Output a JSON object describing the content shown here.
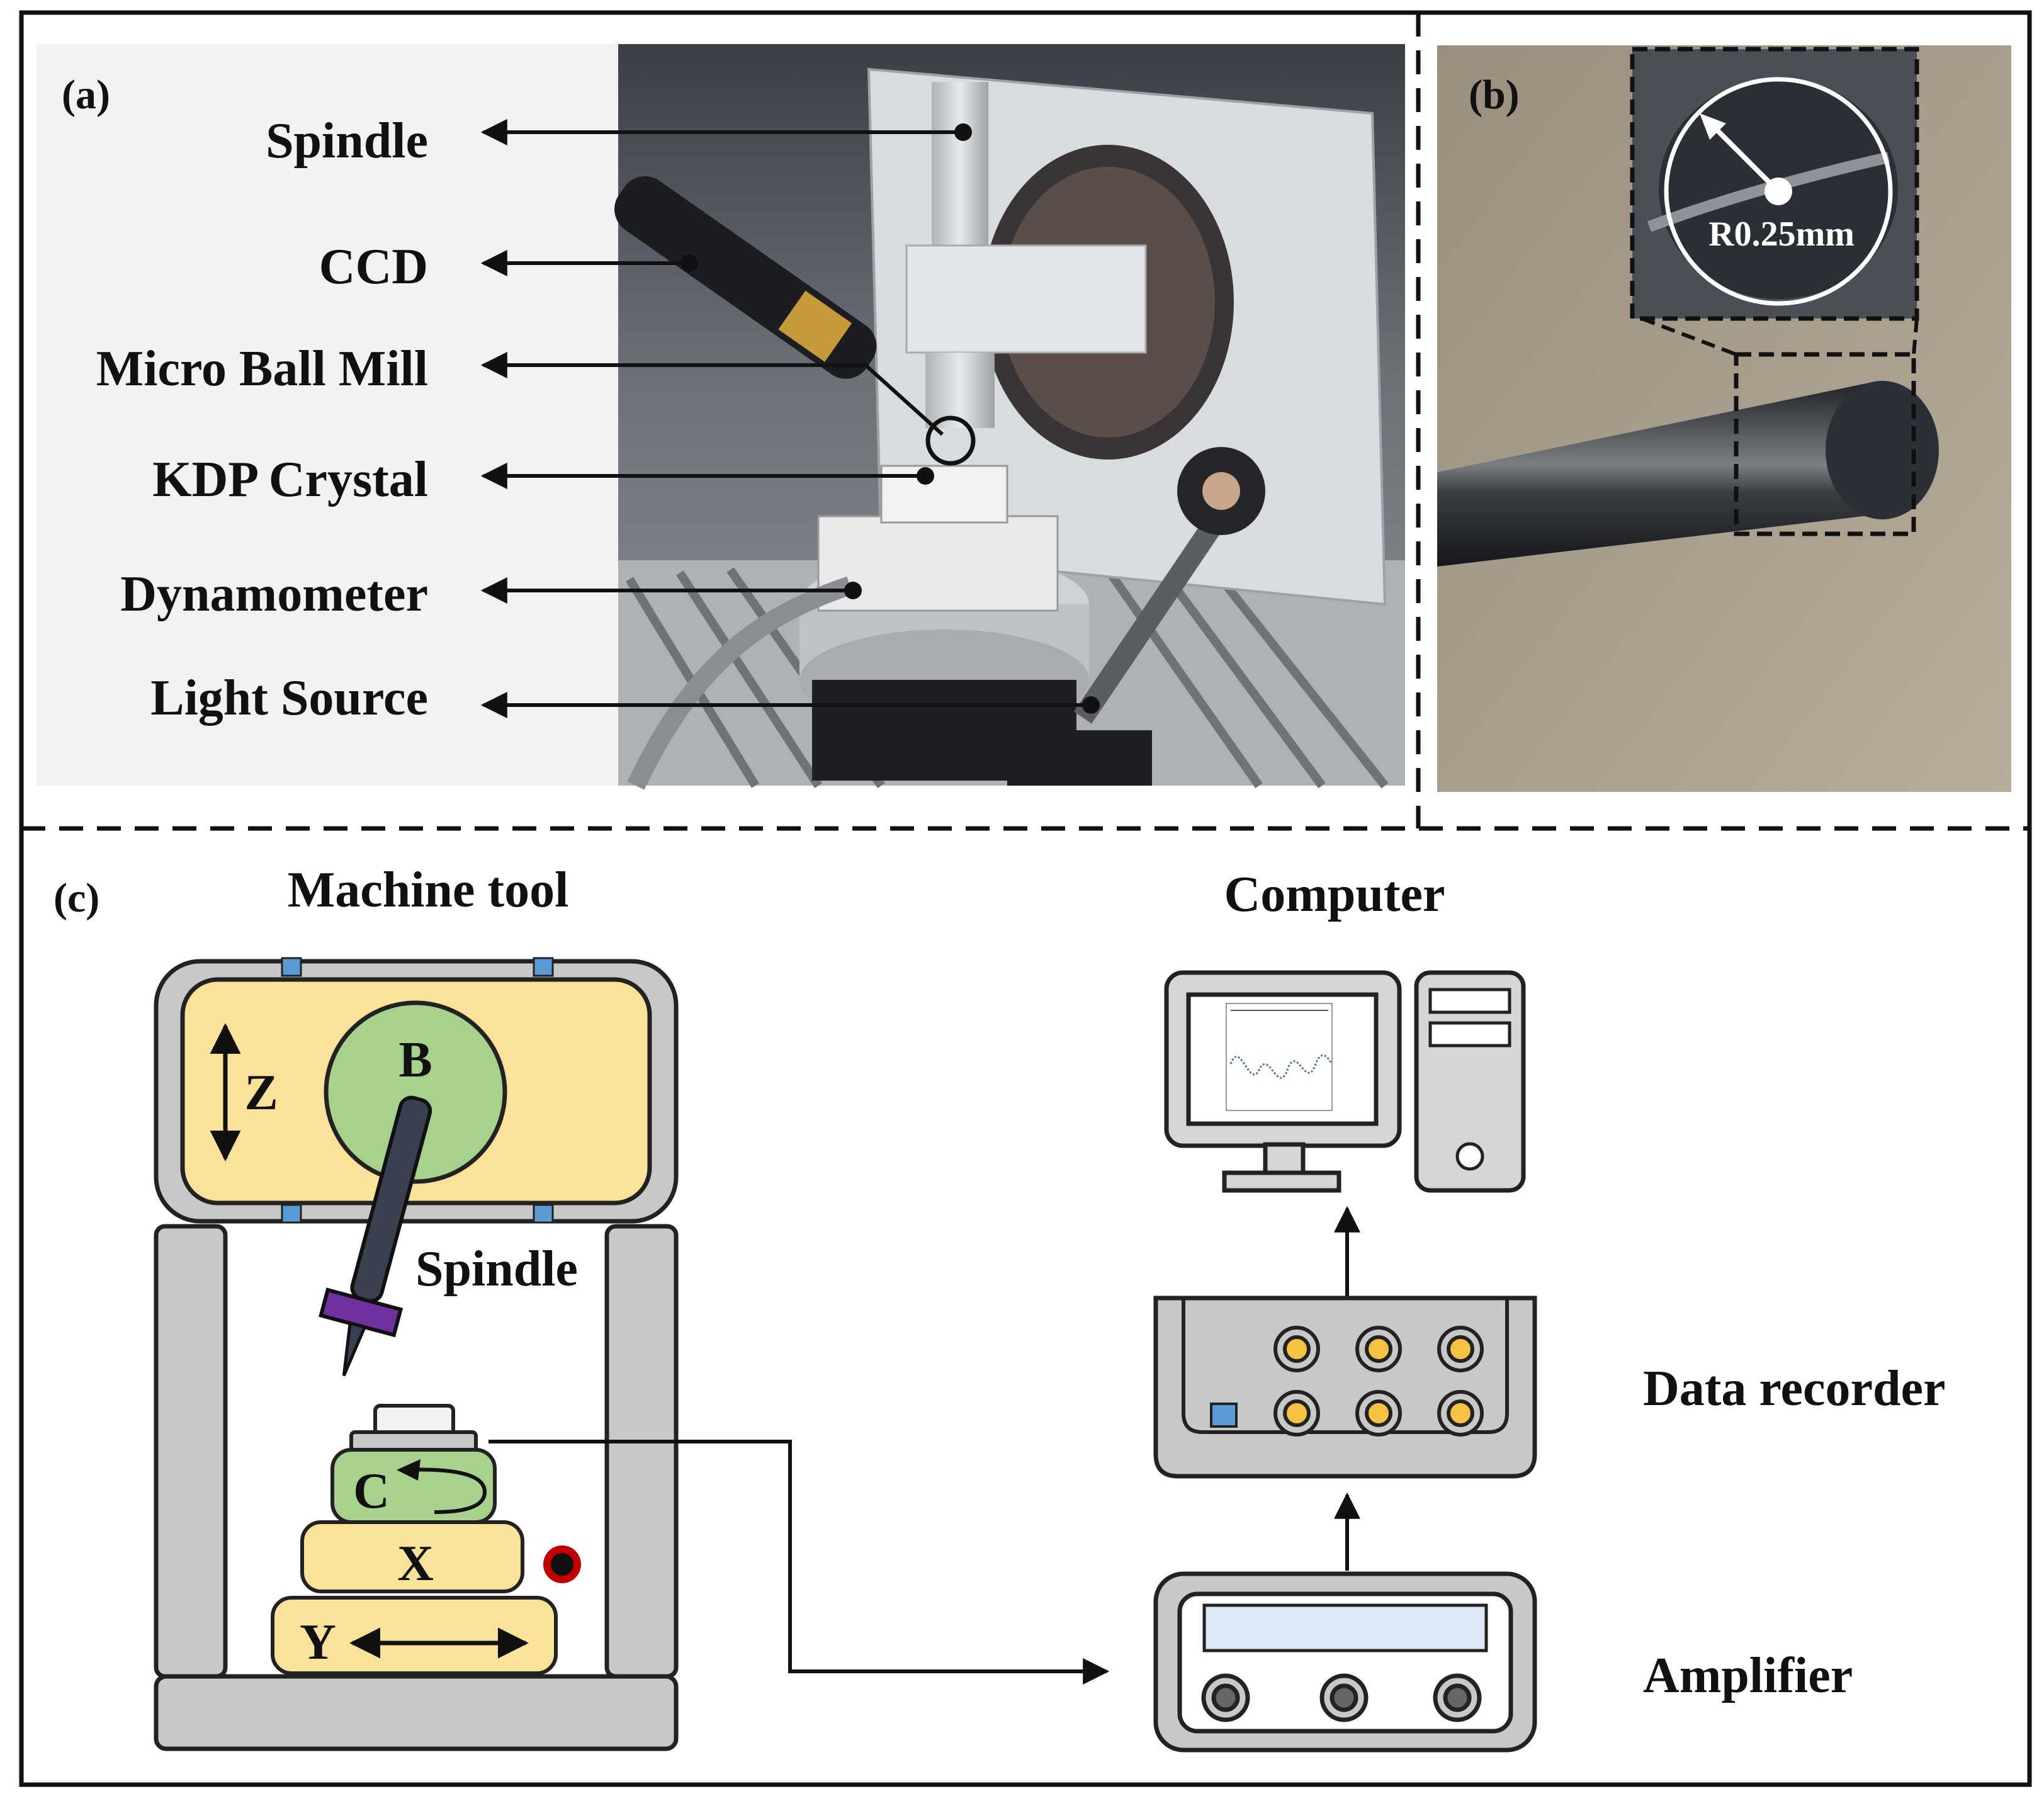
{
  "panels": {
    "a": {
      "label": "(a)",
      "callouts": [
        "Spindle",
        "CCD",
        "Micro Ball Mill",
        "KDP Crystal",
        "Dynamometer",
        "Light Source"
      ]
    },
    "b": {
      "label": "(b)",
      "radius_text": "R0.25mm"
    },
    "c": {
      "label": "(c)",
      "machine_tool": "Machine tool",
      "computer": "Computer",
      "data_recorder": "Data recorder",
      "amplifier": "Amplifier",
      "spindle": "Spindle",
      "axes": {
        "z": "Z",
        "b": "B",
        "c": "C",
        "x": "X",
        "y": "Y"
      }
    }
  },
  "colors": {
    "frame": "#111111",
    "machine_body": "#c8c8c8",
    "yellow": "#fbe29b",
    "green": "#a9d18e",
    "blue_accent": "#5b9bd5",
    "purple": "#7030a0",
    "spindle_dark": "#3a4050",
    "knob_gold": "#f5c242",
    "red": "#c00000",
    "screen_blue": "#dde9f6"
  }
}
